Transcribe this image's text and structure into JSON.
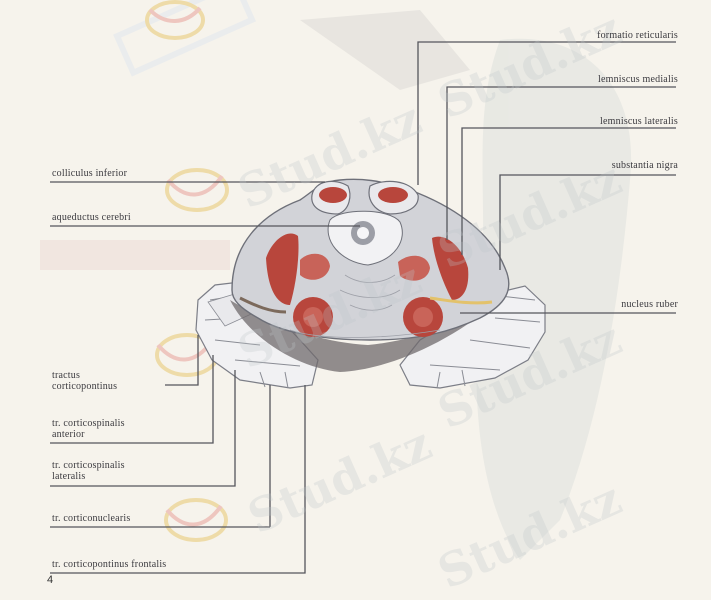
{
  "labels_left": {
    "colliculus": "colliculus inferior",
    "aqueductus": "aqueductus cerebri",
    "tractus_line1": "tractus",
    "tractus_line2": "corticopontinus",
    "cs_anterior_line1": "tr. corticospinalis",
    "cs_anterior_line2": "anterior",
    "cs_lateralis_line1": "tr. corticospinalis",
    "cs_lateralis_line2": "lateralis",
    "corticonuclearis": "tr. corticonuclearis",
    "cp_frontalis": "tr. corticopontinus frontalis"
  },
  "labels_right": {
    "formatio": "formatio reticularis",
    "lemniscus_medialis": "lemniscus medialis",
    "lemniscus_lateralis": "lemniscus lateralis",
    "substantia": "substantia nigra",
    "nucleus": "nucleus ruber"
  },
  "page_number": "4",
  "watermark_text": "Stud.kz",
  "colors": {
    "leader_line": "#55565c",
    "nucleus_red": "#b8463c",
    "tissue_gray": "#cfd0d4",
    "watermark_gold": "#e8c972",
    "watermark_red": "#e9a39c"
  }
}
